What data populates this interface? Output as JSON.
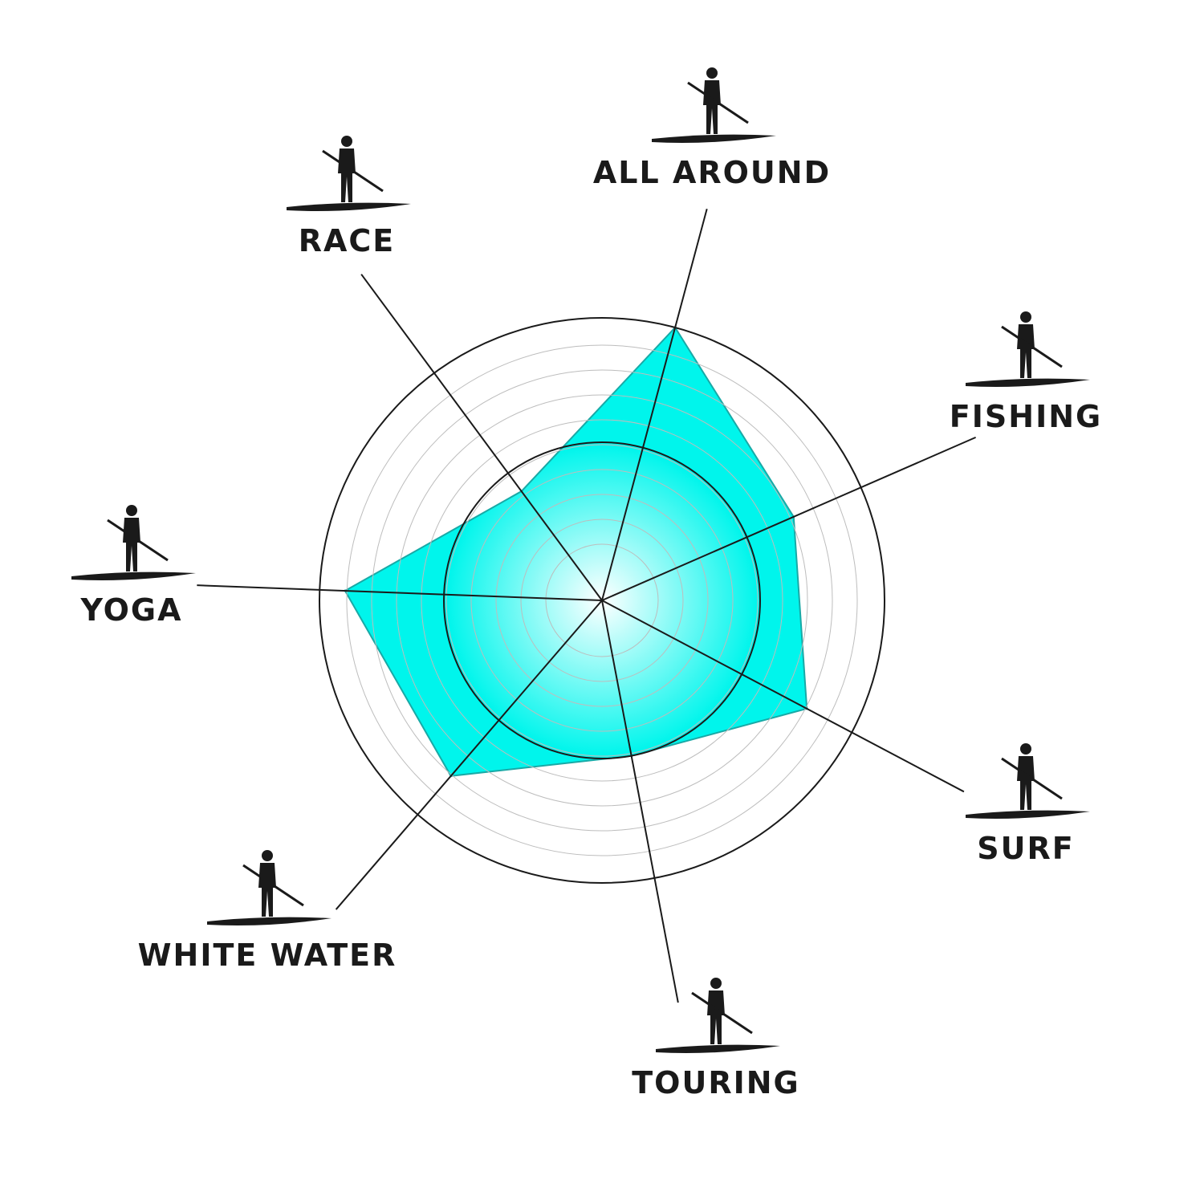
{
  "chart_data": {
    "type": "radar",
    "title": "",
    "axes": [
      "ALL AROUND",
      "FISHING",
      "SURF",
      "TOURING",
      "WHITE WATER",
      "YOGA",
      "RACE"
    ],
    "values": [
      10,
      7.4,
      8.2,
      5.6,
      8.2,
      9.1,
      4.8
    ],
    "range": [
      0,
      10
    ],
    "grid": true,
    "colors": {
      "fill": "#00f5ec",
      "stroke": "#19a9a6",
      "center": "#ffffff",
      "axis": "#1a1a1a",
      "ring": "#bdbdbd"
    }
  }
}
